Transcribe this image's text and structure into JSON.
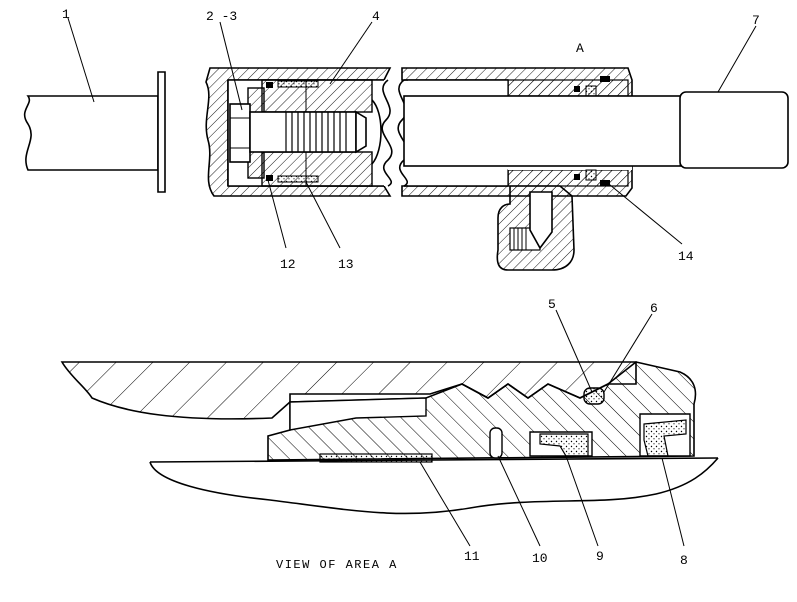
{
  "view_label": "A",
  "caption": "VIEW OF AREA A",
  "callouts": [
    {
      "id": "1",
      "text": "1"
    },
    {
      "id": "2-3",
      "text": "2 -3"
    },
    {
      "id": "4",
      "text": "4"
    },
    {
      "id": "5",
      "text": "5"
    },
    {
      "id": "6",
      "text": "6"
    },
    {
      "id": "7",
      "text": "7"
    },
    {
      "id": "8",
      "text": "8"
    },
    {
      "id": "9",
      "text": "9"
    },
    {
      "id": "10",
      "text": "10"
    },
    {
      "id": "11",
      "text": "11"
    },
    {
      "id": "12",
      "text": "12"
    },
    {
      "id": "13",
      "text": "13"
    },
    {
      "id": "14",
      "text": "14"
    }
  ]
}
